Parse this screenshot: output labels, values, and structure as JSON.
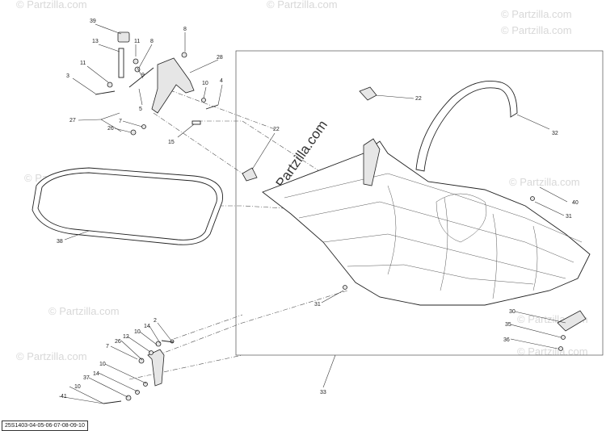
{
  "watermark": {
    "text": "© Partzilla.com",
    "center_text": "© Partzilla.com"
  },
  "reference_code": "25S1403-04-05-06-07-08-09-10",
  "callouts": {
    "c39": "39",
    "c13": "13",
    "c11a": "11",
    "c8a": "8",
    "c8b": "8",
    "c11b": "11",
    "c3": "3",
    "c28": "28",
    "c9": "9",
    "c5": "5",
    "c10a": "10",
    "c4": "4",
    "c27": "27",
    "c7a": "7",
    "c26a": "26",
    "c15": "15",
    "c22a": "22",
    "c22b": "22",
    "c32": "32",
    "c40": "40",
    "c31a": "31",
    "c38": "38",
    "c31b": "31",
    "c30": "30",
    "c35": "35",
    "c36": "36",
    "c33": "33",
    "c2": "2",
    "c14a": "14",
    "c10b": "10",
    "c12": "12",
    "c26b": "26",
    "c7b": "7",
    "c10c": "10",
    "c14b": "14",
    "c37": "37",
    "c10d": "10",
    "c41": "41"
  }
}
